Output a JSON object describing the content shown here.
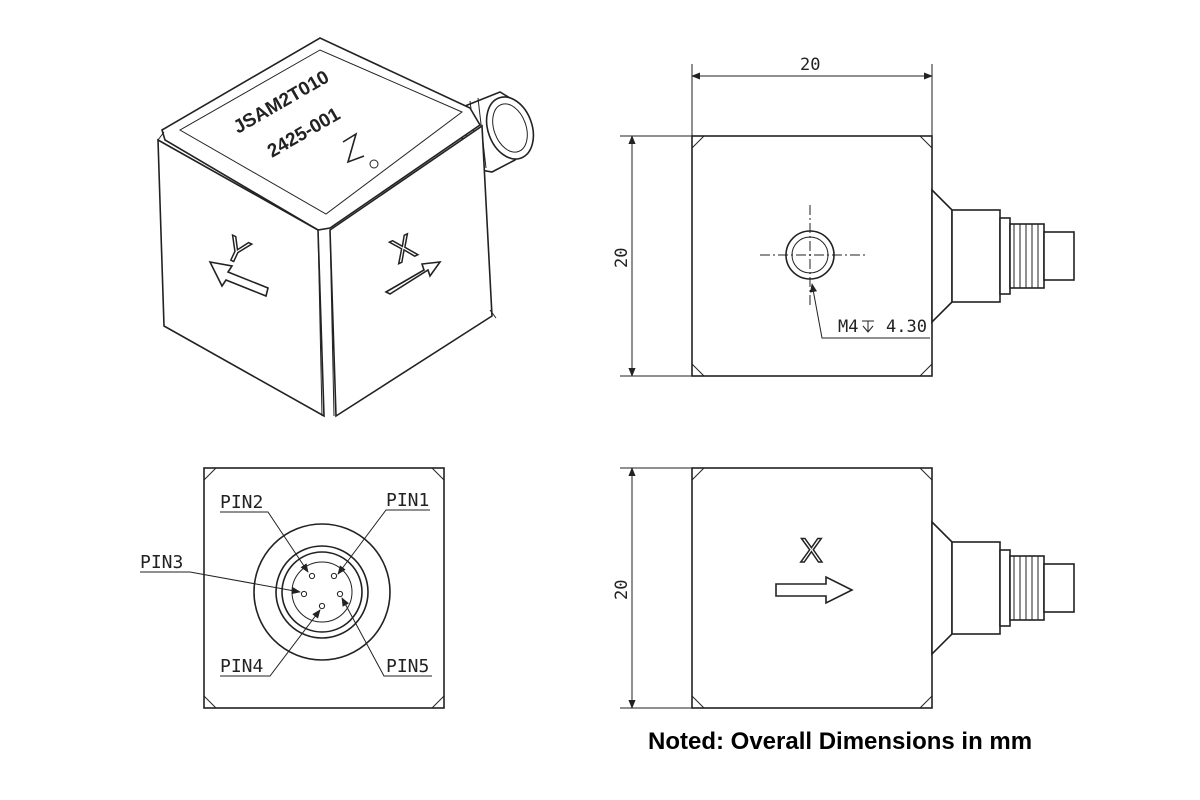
{
  "iso_view": {
    "model": "JSAM2T010",
    "serial": "2425-001",
    "axis_top": "Z",
    "axis_left": "Y",
    "axis_right": "X"
  },
  "top_view": {
    "width_dim": "20",
    "height_dim": "20",
    "thread_callout_left": "M4",
    "thread_callout_depth": "4.30"
  },
  "connector_view": {
    "pins": [
      "PIN1",
      "PIN2",
      "PIN3",
      "PIN4",
      "PIN5"
    ]
  },
  "side_view": {
    "height_dim": "20",
    "axis_label": "X"
  },
  "note": "Noted: Overall Dimensions in mm"
}
